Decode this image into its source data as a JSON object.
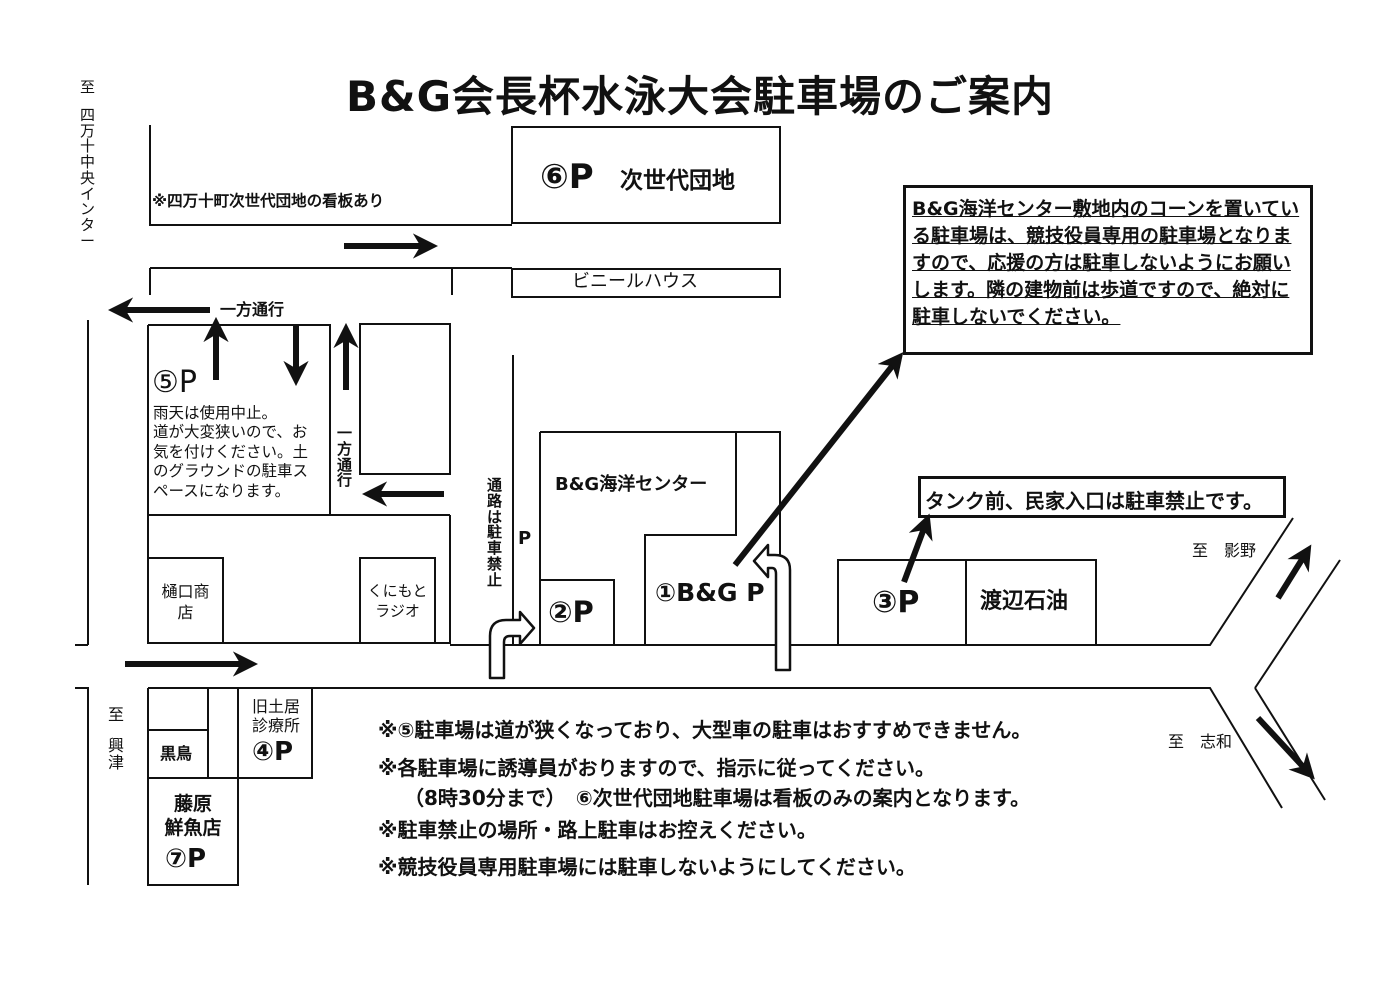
{
  "title": "B&G会長杯水泳大会駐車場のご案内",
  "directions": {
    "north_west": [
      "至",
      "四",
      "万",
      "十",
      "中",
      "央",
      "イ",
      "ン",
      "タ",
      "ー"
    ],
    "south_west": [
      "至",
      "興",
      "津"
    ],
    "east_upper": "至　影野",
    "east_lower": "至　志和"
  },
  "lots": {
    "p6_mark": "⑥P",
    "p6_name": "次世代団地",
    "p6_sign_note": "※四万十町次世代団地の看板あり",
    "vinyl_house": "ビニールハウス",
    "one_way_top": "一方通行",
    "one_way_side": [
      "一",
      "方",
      "通",
      "行"
    ],
    "p5_mark": "⑤P",
    "p5_note": [
      "雨天は使用中止。",
      "道が大変狭いので、お",
      "気を付けください。土",
      "のグラウンドの駐車ス",
      "ペースになります。"
    ],
    "higuchi": [
      "樋口商",
      "店"
    ],
    "kunimoto": [
      "くにもと",
      "ラジオ"
    ],
    "no_parking_lane": [
      "通",
      "路",
      "は",
      "駐",
      "車",
      "禁",
      "止"
    ],
    "lane_p": "P",
    "bg_center": "B&G海洋センター",
    "p2_mark": "②P",
    "p1_mark": "①B&G P",
    "p3_mark": "③P",
    "watanabe": "渡辺石油",
    "tank_note": "タンク前、民家入口は駐車禁止です。",
    "kurotori": "黒鳥",
    "clinic": [
      "旧土居",
      "診療所"
    ],
    "p4_mark": "④P",
    "fujiwara": [
      "藤原",
      "鮮魚店"
    ],
    "p7_mark": "⑦P"
  },
  "warning_box": "B&G海洋センター敷地内のコーンを置いている駐車場は、競技役員専用の駐車場となりますので、応援の方は駐車しないようにお願いします。隣の建物前は歩道ですので、絶対に駐車しないでください。",
  "notes": [
    "※⑤駐車場は道が狭くなっており、大型車の駐車はおすすめできません。",
    "※各駐車場に誘導員がおりますので、指示に従ってください。",
    "（8時30分まで）　⑥次世代団地駐車場は看板のみの案内となります。",
    "※駐車禁止の場所・路上駐車はお控えください。",
    "※競技役員専用駐車場には駐車しないようにしてください。"
  ]
}
